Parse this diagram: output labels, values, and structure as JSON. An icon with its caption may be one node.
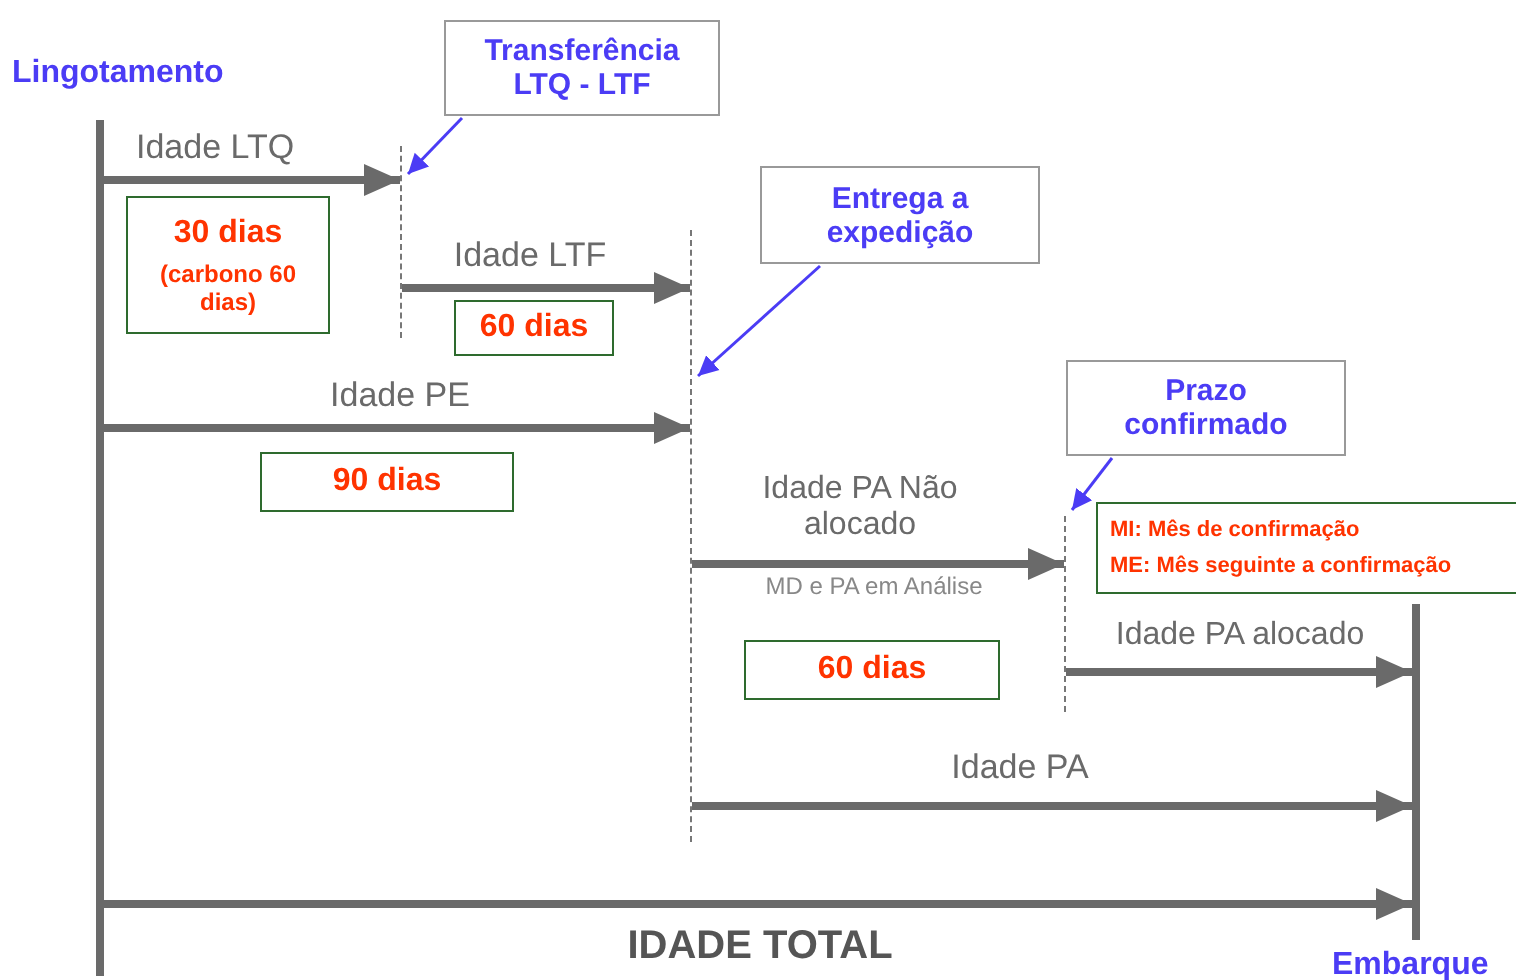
{
  "diagram": {
    "nodes": [
      {
        "text": [
          "Lingotamento"
        ]
      },
      {
        "text": [],
        "shape": "bar"
      },
      {
        "text": [
          "Transferência LTQ - LTF"
        ]
      },
      {
        "text": [],
        "shape": "bar"
      },
      {
        "text": [
          "Entrega a expedição"
        ]
      },
      {
        "text": [],
        "shape": "bar"
      },
      {
        "text": [
          "Prazo confirmado"
        ]
      },
      {
        "text": [],
        "shape": "bar"
      },
      {
        "text": [],
        "shape": "bar"
      },
      {
        "text": [
          "Embarque"
        ]
      },
      {
        "text": [
          "30 dias",
          "(carbono 60 dias)"
        ]
      },
      {
        "text": [
          "60 dias"
        ]
      },
      {
        "text": [
          "90 dias"
        ]
      },
      {
        "text": [
          "MI: Mês de confirmação",
          "ME: Mês seguinte a confirmação"
        ]
      },
      {
        "text": [
          "60 dias"
        ]
      }
    ],
    "edges": [
      {
        "from": 2,
        "to": 3,
        "arrow": "to",
        "color": "#4b3cf5"
      },
      {
        "from": 4,
        "to": 5,
        "arrow": "to",
        "color": "#4b3cf5"
      },
      {
        "from": 6,
        "to": 7,
        "arrow": "to",
        "color": "#4b3cf5"
      },
      {
        "from": 1,
        "to": 3,
        "arrow": "to",
        "label": "Idade LTQ"
      },
      {
        "from": 3,
        "to": 5,
        "arrow": "to",
        "label": "Idade LTF"
      },
      {
        "from": 1,
        "to": 5,
        "arrow": "to",
        "label": "Idade PE"
      },
      {
        "from": 5,
        "to": 7,
        "arrow": "to",
        "label": "Idade PA Não alocado"
      },
      {
        "from": 7,
        "to": 8,
        "arrow": "to",
        "label": "Idade PA alocado"
      },
      {
        "from": 5,
        "to": 8,
        "arrow": "to",
        "label": "Idade PA"
      },
      {
        "from": 1,
        "to": 8,
        "arrow": "to",
        "label": "IDADE TOTAL"
      }
    ],
    "labels": [
      "MD e PA em Análise"
    ]
  }
}
